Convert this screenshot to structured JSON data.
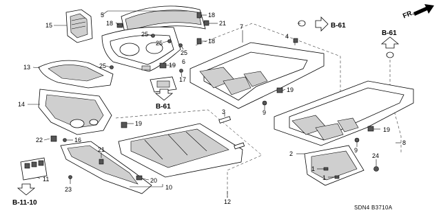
{
  "callouts": {
    "c1a": "1",
    "c1b": "1",
    "c2": "2",
    "c3": "3",
    "c4": "4",
    "c5": "5",
    "c6": "6",
    "c7": "7",
    "c8": "8",
    "c9a": "9",
    "c9b": "9",
    "c10": "10",
    "c11": "11",
    "c12": "12",
    "c13": "13",
    "c14": "14",
    "c15": "15",
    "c16": "16",
    "c17": "17",
    "c18a": "18",
    "c18b": "18",
    "c18c": "18",
    "c19a": "19",
    "c19b": "19",
    "c19c": "19",
    "c19d": "19",
    "c20": "20",
    "c21a": "21",
    "c21b": "21",
    "c22": "22",
    "c23": "23",
    "c24": "24",
    "c25a": "25",
    "c25b": "25",
    "c25c": "25",
    "c25d": "25"
  },
  "references": {
    "b61_top": "B-61",
    "b61_right": "B-61",
    "b61_mid": "B-61",
    "b1110": "B-11-10"
  },
  "direction_label": "FR.",
  "diagram_code": "SDN4 B3710A"
}
